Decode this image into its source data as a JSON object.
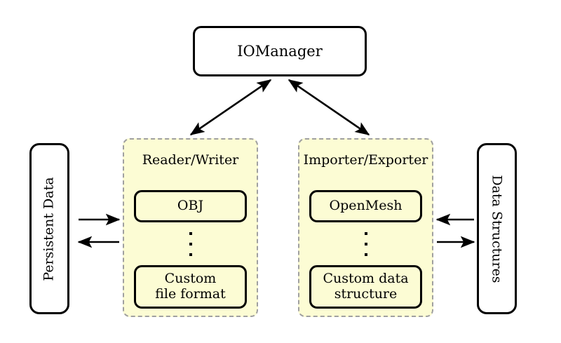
{
  "diagram": {
    "title_node": {
      "label": "IOManager"
    },
    "left_store": {
      "label": "Persistent Data"
    },
    "right_store": {
      "label": "Data Structures"
    },
    "groups": [
      {
        "name": "reader-writer",
        "title": "Reader/Writer",
        "top_item": "OBJ",
        "ellipsis": "⋮",
        "bottom_item_line1": "Custom",
        "bottom_item_line2": "file format"
      },
      {
        "name": "importer-exporter",
        "title": "Importer/Exporter",
        "top_item": "OpenMesh",
        "ellipsis": "⋮",
        "bottom_item_line1": "Custom data",
        "bottom_item_line2": "structure"
      }
    ],
    "connectors": [
      {
        "name": "manager-to-reader-writer",
        "style": "double-headed",
        "from": "IOManager",
        "to": "Reader/Writer"
      },
      {
        "name": "manager-to-importer-exporter",
        "style": "double-headed",
        "from": "IOManager",
        "to": "Importer/Exporter"
      },
      {
        "name": "persistent-data-to-reader-writer",
        "style": "single-headed",
        "direction": "right",
        "from": "Persistent Data",
        "to": "Reader/Writer"
      },
      {
        "name": "reader-writer-to-persistent-data",
        "style": "single-headed",
        "direction": "left",
        "from": "Reader/Writer",
        "to": "Persistent Data"
      },
      {
        "name": "data-structures-to-importer-exporter",
        "style": "single-headed",
        "direction": "left",
        "from": "Data Structures",
        "to": "Importer/Exporter"
      },
      {
        "name": "importer-exporter-to-data-structures",
        "style": "single-headed",
        "direction": "right",
        "from": "Importer/Exporter",
        "to": "Data Structures"
      }
    ],
    "colors": {
      "panel_fill": "#fcfcd4",
      "panel_border": "#a0a0a0",
      "node_border": "#000000",
      "background": "#ffffff",
      "text": "#000000"
    }
  }
}
